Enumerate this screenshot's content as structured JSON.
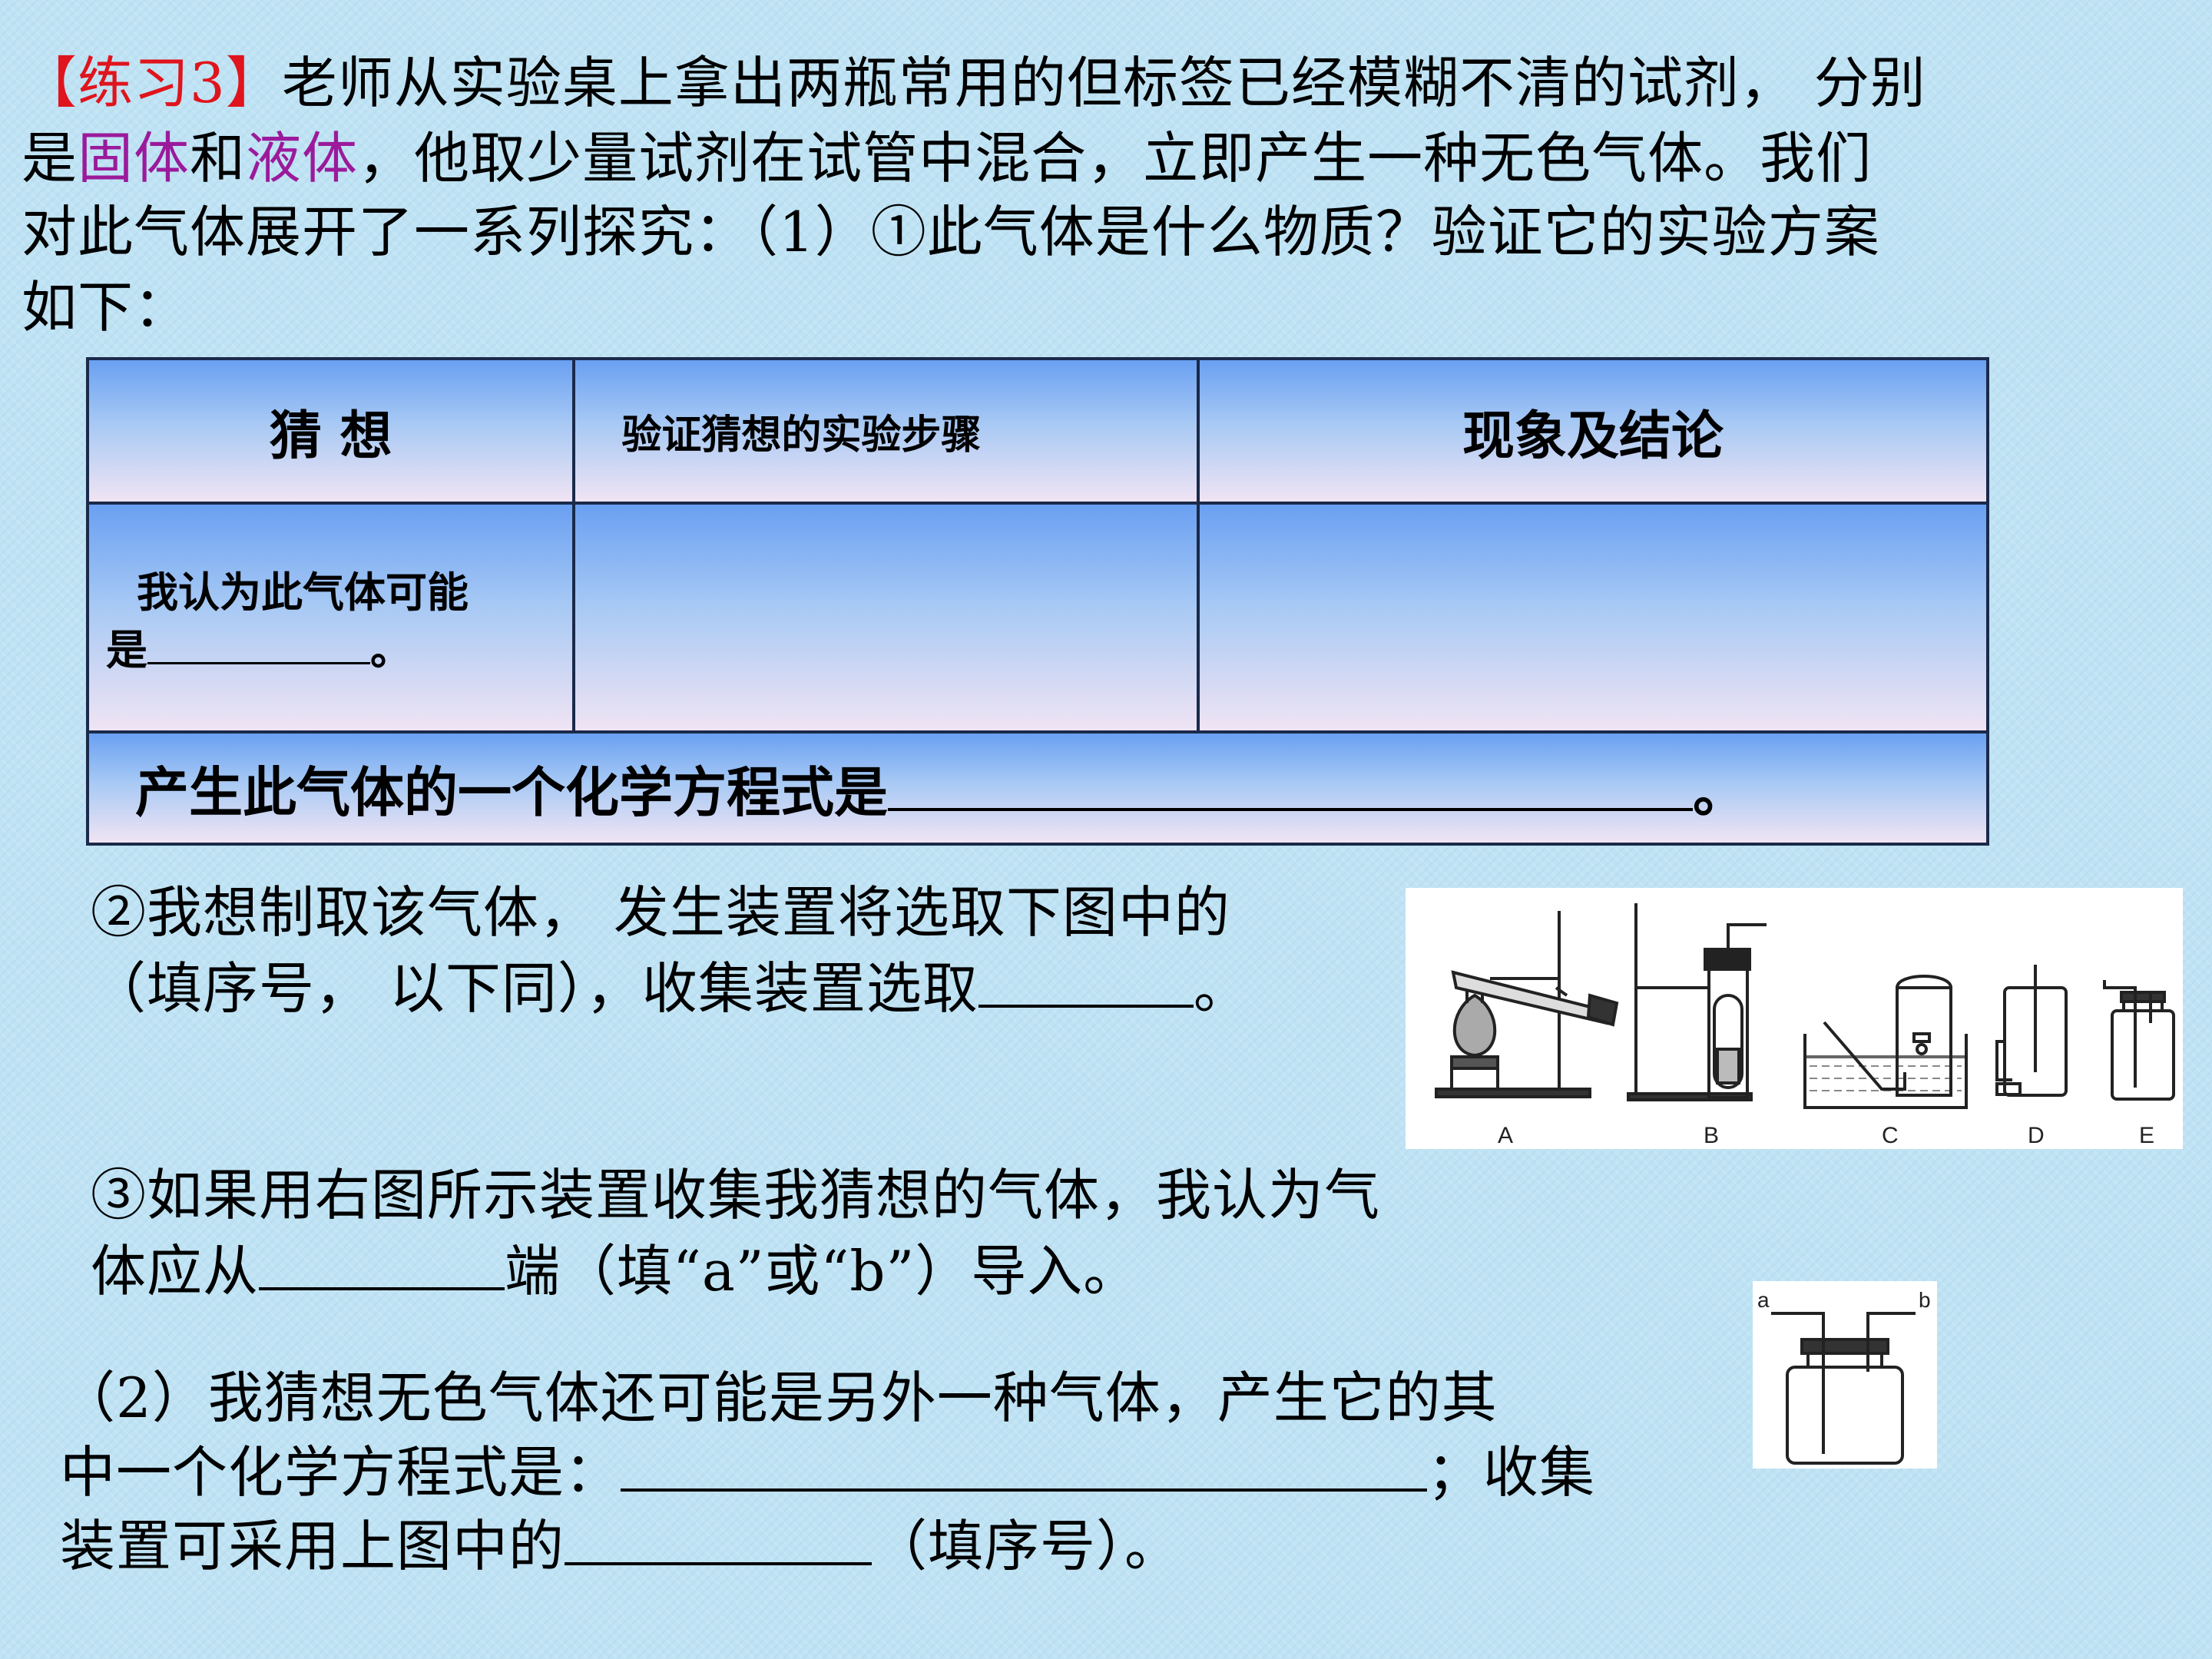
{
  "intro": {
    "tag": "【练习3】",
    "line1_rest": "老师从实验桌上拿出两瓶常用的但标签已经模糊不清的试剂， 分别",
    "line2_a": "是",
    "solid": "固体",
    "line2_b": "和",
    "liquid": "液体",
    "line2_c": "，他取少量试剂在试管中混合，立即产生一种无色气体。我们",
    "line3": "对此气体展开了一系列探究：（1）①此气体是什么物质？验证它的实验方案",
    "line4": "如下："
  },
  "table": {
    "headers": [
      "猜 想",
      "验证猜想的实验步骤",
      "现象及结论"
    ],
    "guess_line1": "我认为此气体可能",
    "guess_line2_a": "是",
    "guess_line2_b": "。",
    "equation_label": "产生此气体的一个化学方程式是",
    "equation_end": "。"
  },
  "q2": {
    "line1": "②我想制取该气体， 发生装置将选取下图中的",
    "line2_a": "（填序号， 以下同），收集装置选取",
    "line2_b": "。"
  },
  "q3": {
    "line1": "③如果用右图所示装置收集我猜想的气体，我认为气",
    "line2_a": "体应从",
    "line2_b": "端（填“a”或“b”）导入。"
  },
  "part2": {
    "line1": "（2）我猜想无色气体还可能是另外一种气体，产生它的其",
    "line2_a": "中一个化学方程式是：",
    "line2_b": "；收集",
    "line3_a": "装置可采用上图中的",
    "line3_b": "（填序号）。"
  },
  "apparatus": {
    "labels": [
      "A",
      "B",
      "C",
      "D",
      "E"
    ]
  },
  "bottle": {
    "labels": [
      "a",
      "b"
    ]
  }
}
